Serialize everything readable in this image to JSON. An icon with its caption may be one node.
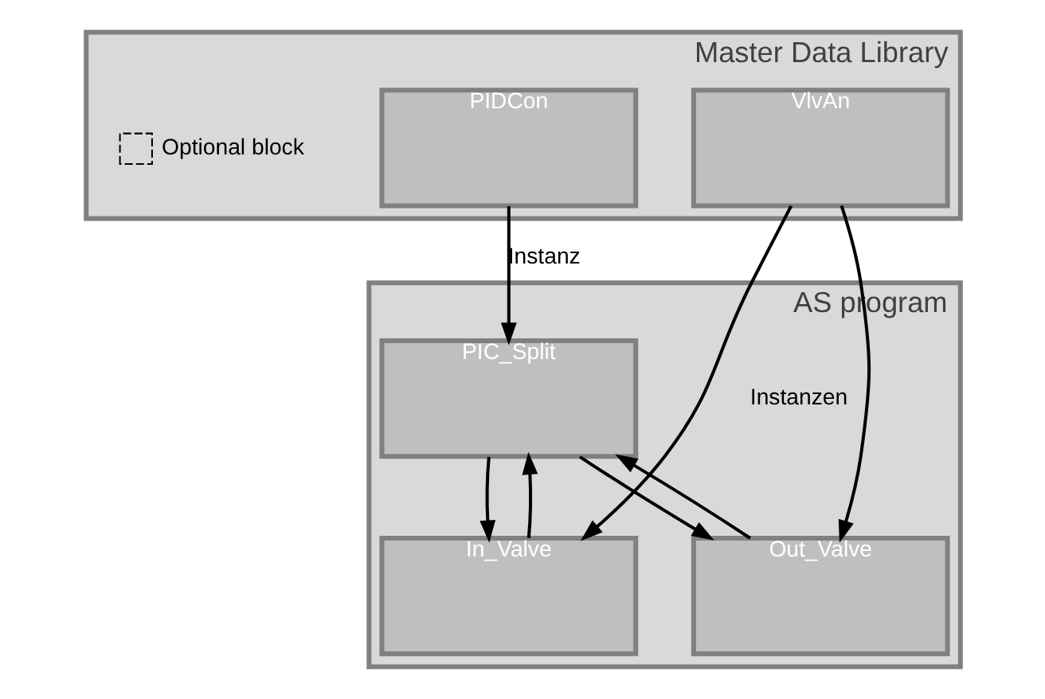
{
  "diagram": {
    "nodes": [
      {
        "text": [
          "Master Data Library"
        ]
      },
      {
        "text": [
          "PIDCon"
        ],
        "in": 0
      },
      {
        "text": [
          "VlvAn"
        ],
        "in": 0
      },
      {
        "text": [
          "AS program"
        ]
      },
      {
        "text": [
          "PIC_Split"
        ],
        "in": 3
      },
      {
        "text": [
          "In_Valve"
        ],
        "in": 3
      },
      {
        "text": [
          "Out_Valve"
        ],
        "in": 3
      }
    ],
    "edges": [
      {
        "from": 1,
        "to": 4,
        "arrow": "to",
        "label": "Instanz"
      },
      {
        "from": 2,
        "to": 5,
        "arrow": "to",
        "label": "Instanzen"
      },
      {
        "from": 2,
        "to": 6,
        "arrow": "to"
      },
      {
        "from": 4,
        "to": 5,
        "arrow": "to"
      },
      {
        "from": 4,
        "to": 6,
        "arrow": "to"
      },
      {
        "from": 5,
        "to": 4,
        "arrow": "to"
      },
      {
        "from": 6,
        "to": 4,
        "arrow": "to"
      }
    ],
    "legend": [
      {
        "text": "Optional block"
      }
    ]
  }
}
